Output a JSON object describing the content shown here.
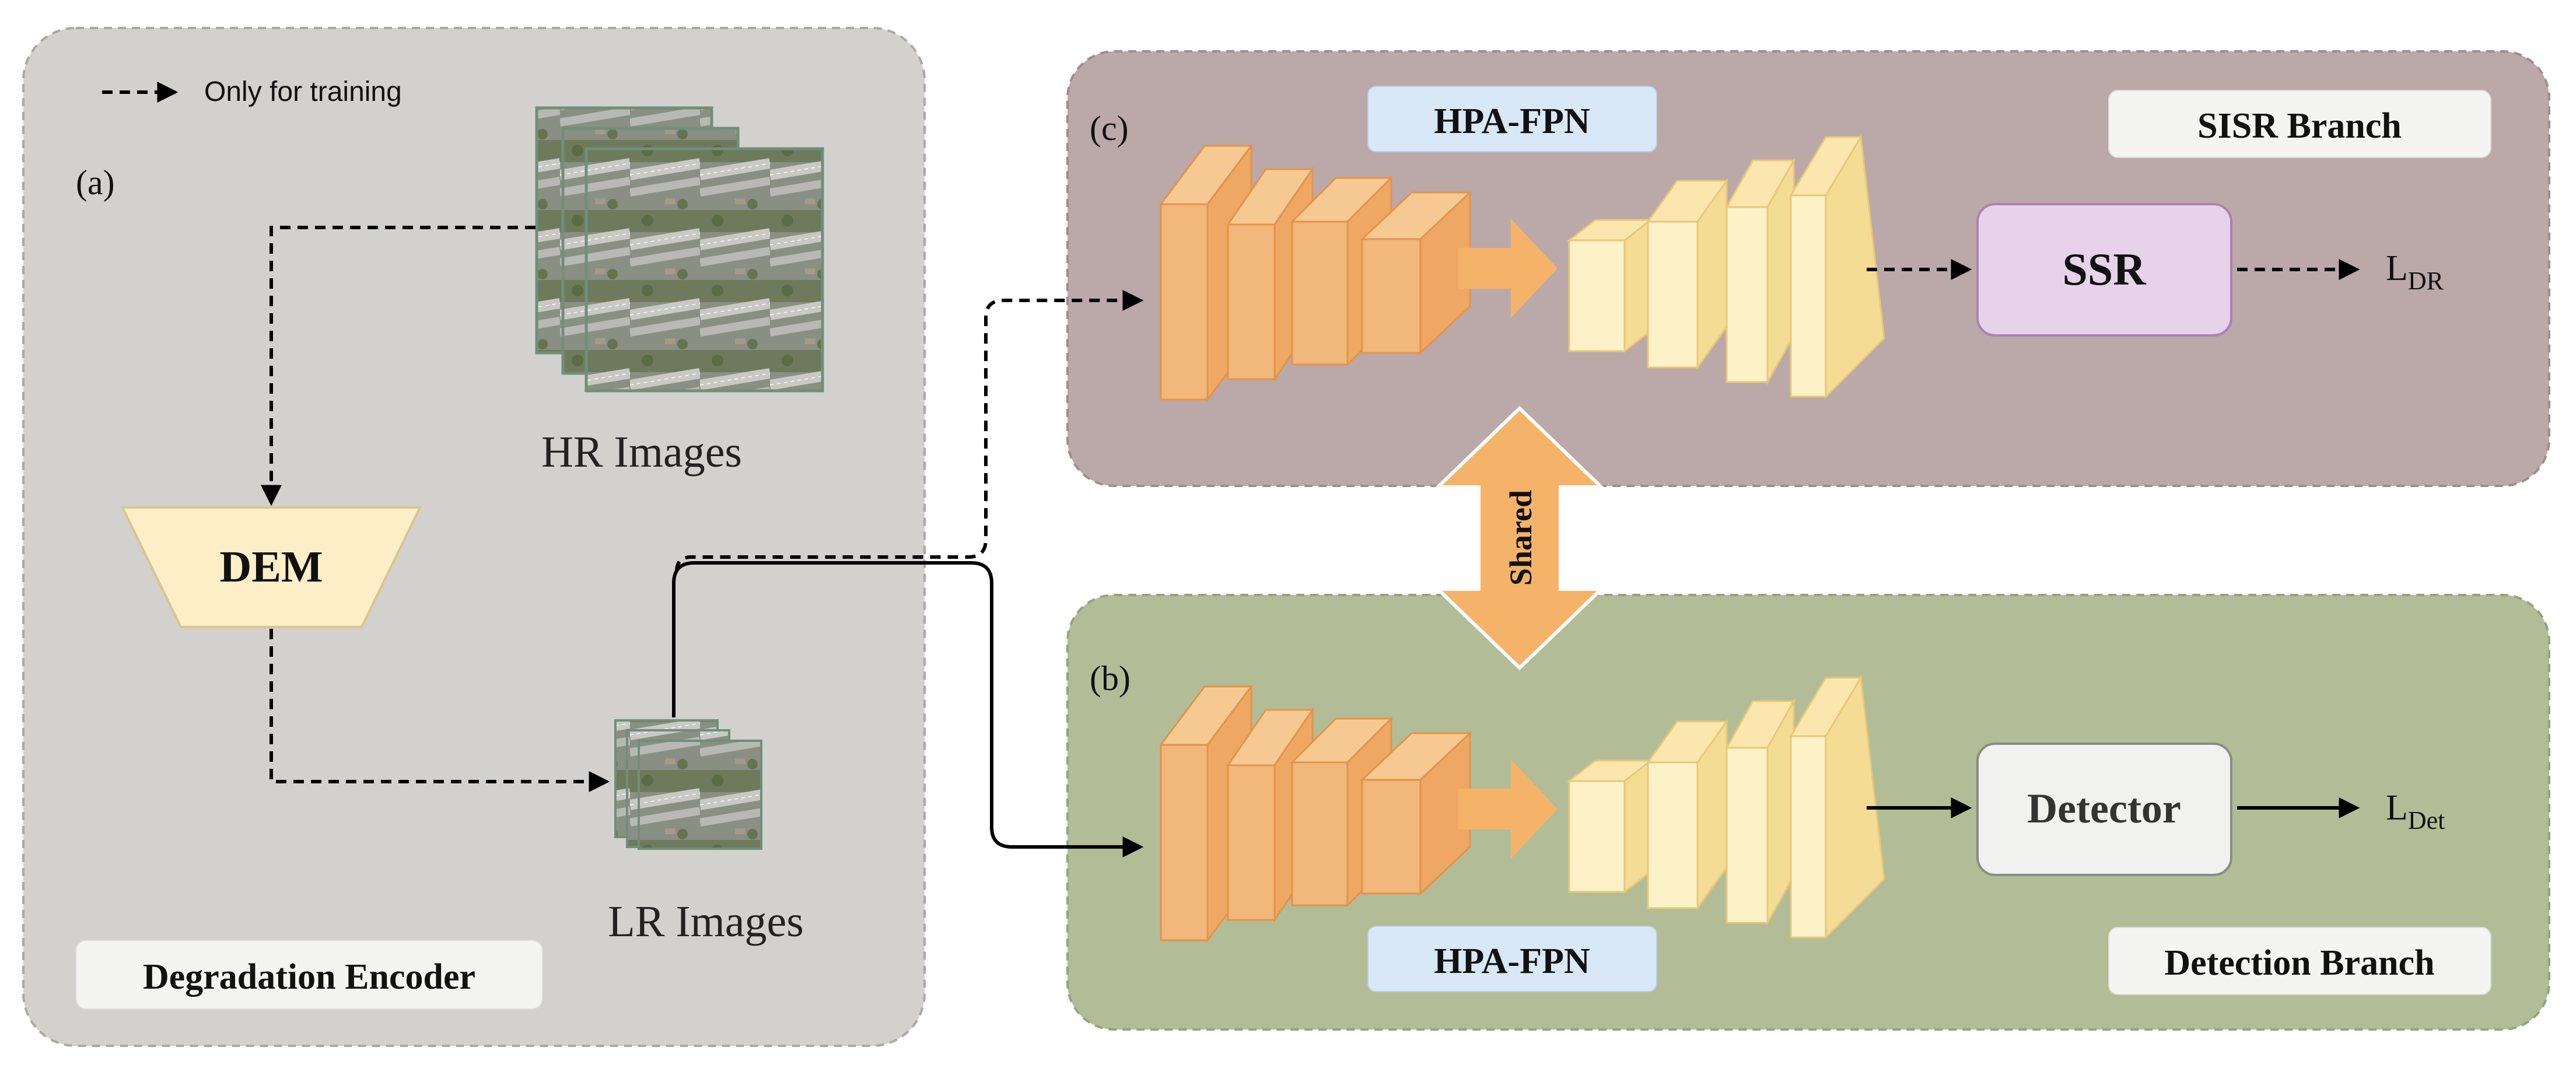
{
  "legend": {
    "label": "Only for training"
  },
  "encoder": {
    "panel_letter": "(a)",
    "title": "Degradation Encoder",
    "dem_label": "DEM",
    "hr_label": "HR Images",
    "lr_label": "LR Images"
  },
  "sisr": {
    "panel_letter": "(c)",
    "title": "SISR Branch",
    "fpn_label": "HPA-FPN",
    "head_label": "SSR",
    "loss_main": "L",
    "loss_sub": "DR"
  },
  "detection": {
    "panel_letter": "(b)",
    "title": "Detection Branch",
    "fpn_label": "HPA-FPN",
    "head_label": "Detector",
    "loss_main": "L",
    "loss_sub": "Det"
  },
  "shared": {
    "label": "Shared"
  },
  "colors": {
    "encoder_bg": "#d2d1cd",
    "sisr_bg": "#bba8a9",
    "detection_bg": "#b2bd98",
    "orange_face": "#f2b77a",
    "orange_side": "#f7c992",
    "orange_edge": "#e4934a",
    "yellow_face": "#fdf1c8",
    "yellow_side": "#fbe7ad",
    "yellow_edge": "#e8c878",
    "dem_fill": "#fcefc8",
    "ssr_fill": "#e6d3ea",
    "detector_fill": "#f1f1f0",
    "fpn_label_bg": "#d8e8f6",
    "arrow_orange": "#f5b36a"
  }
}
